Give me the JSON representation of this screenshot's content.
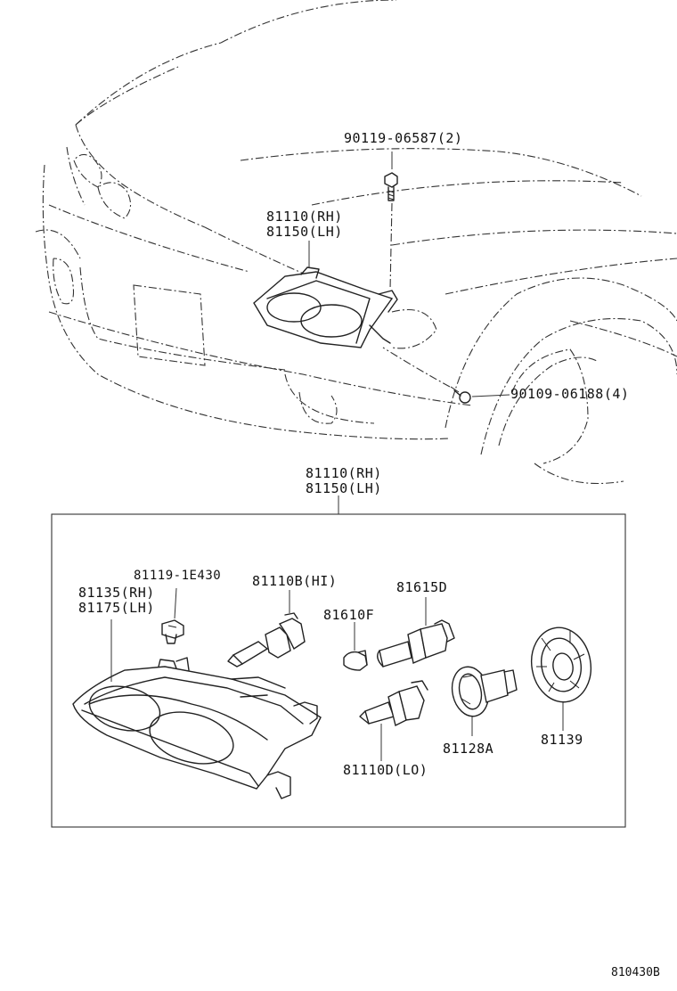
{
  "labels": {
    "bolt_top": "90119-06587(2)",
    "unit_rh_top": "81110(RH)",
    "unit_lh_top": "81150(LH)",
    "screw_right": "90109-06188(4)",
    "unit_rh_mid": "81110(RH)",
    "unit_lh_mid": "81150(LH)",
    "clip": "81119-1E430",
    "lens_rh": "81135(RH)",
    "lens_lh": "81175(LH)",
    "bulb_hi": "81110B(HI)",
    "bulb_small": "81610F",
    "bulb_615": "81615D",
    "bulb_lo": "81110D(LO)",
    "socket": "81128A",
    "cover": "81139"
  },
  "figure_id": "810430B"
}
